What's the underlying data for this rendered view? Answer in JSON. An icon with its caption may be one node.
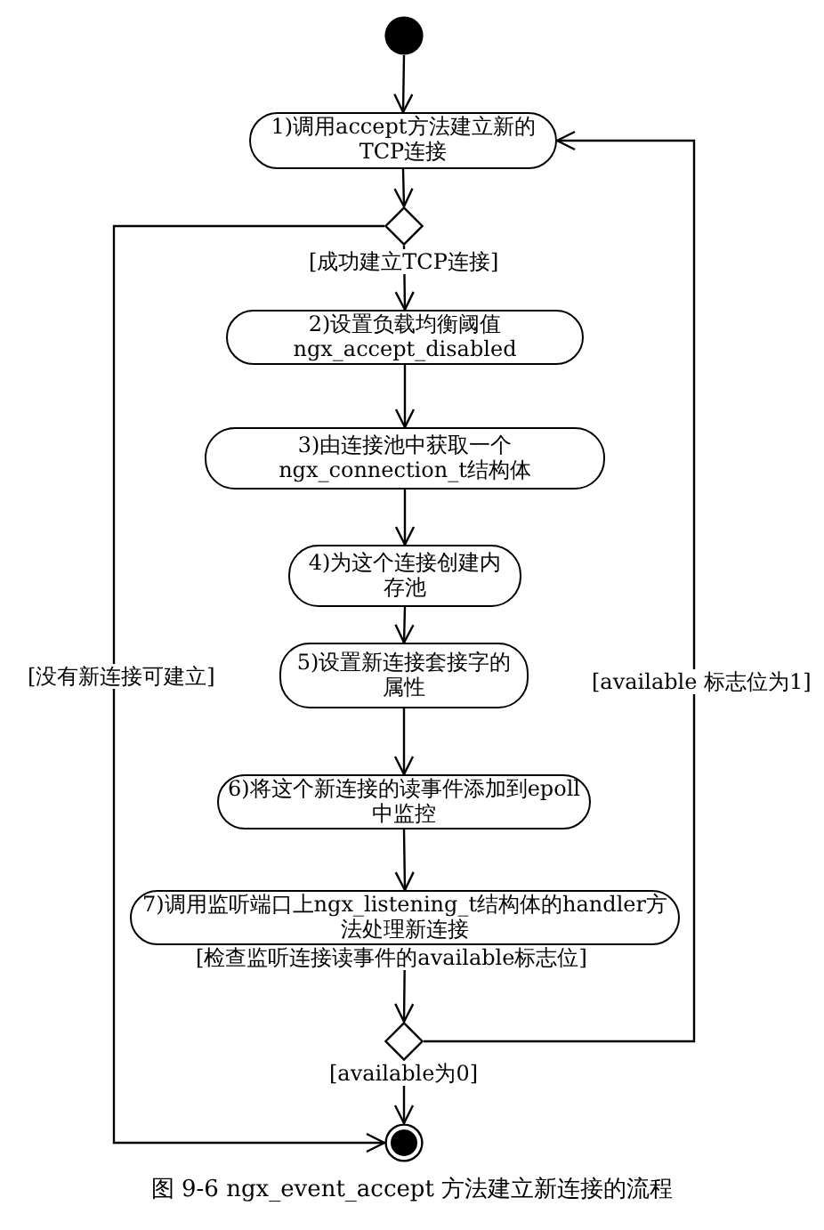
{
  "diagram": {
    "caption": "图 9-6 ngx_event_accept 方法建立新连接的流程",
    "nodes": [
      {
        "text": [],
        "shape": "circle"
      },
      {
        "text": [
          "1)调用accept方法建立新的TCP连接"
        ]
      },
      {
        "text": [],
        "shape": "diamond"
      },
      {
        "text": [
          "2)设置负载均衡阈值ngx_accept_disabled"
        ]
      },
      {
        "text": [
          "3)由连接池中获取一个ngx_connection_t结构体"
        ]
      },
      {
        "text": [
          "4)为这个连接创建内存池"
        ]
      },
      {
        "text": [
          "5)设置新连接套接字的属性"
        ]
      },
      {
        "text": [
          "6)将这个新连接的读事件添加到epoll中监控"
        ]
      },
      {
        "text": [
          "7)调用监听端口上ngx_listening_t结构体的handler方法处理新连接"
        ]
      },
      {
        "text": [],
        "shape": "diamond"
      },
      {
        "text": [],
        "shape": "circle"
      }
    ],
    "edges": [
      {
        "from": 0,
        "to": 1,
        "arrow": "to"
      },
      {
        "from": 1,
        "to": 2,
        "arrow": "to"
      },
      {
        "from": 2,
        "to": 3,
        "arrow": "to",
        "label": "[成功建立TCP连接]"
      },
      {
        "from": 3,
        "to": 4,
        "arrow": "to"
      },
      {
        "from": 4,
        "to": 5,
        "arrow": "to"
      },
      {
        "from": 5,
        "to": 6,
        "arrow": "to"
      },
      {
        "from": 6,
        "to": 7,
        "arrow": "to"
      },
      {
        "from": 7,
        "to": 8,
        "arrow": "to"
      },
      {
        "from": 8,
        "to": 9,
        "arrow": "to",
        "label": "[检查监听连接读事件的available标志位]"
      },
      {
        "from": 9,
        "to": 10,
        "arrow": "to",
        "label": "[available为0]"
      },
      {
        "from": 9,
        "to": 1,
        "arrow": "to",
        "label": "[available 标志位为1]"
      },
      {
        "from": 2,
        "to": 10,
        "arrow": "to",
        "label": "[没有新连接可建立]"
      }
    ]
  }
}
